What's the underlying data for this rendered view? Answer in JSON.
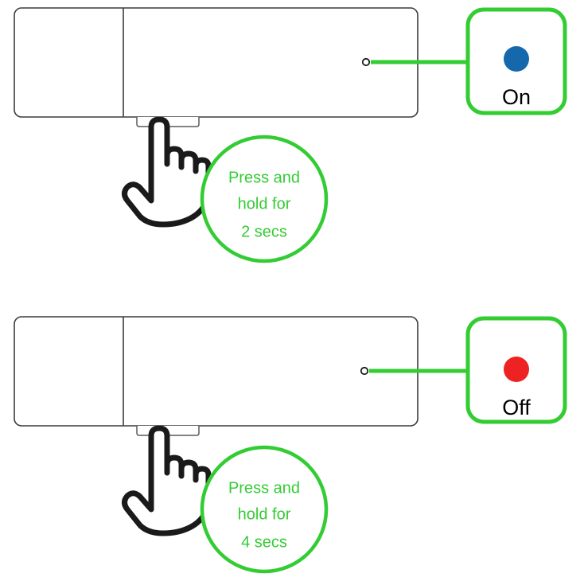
{
  "colors": {
    "green": "#33cc33",
    "blue": "#1668ad",
    "red": "#ee2222",
    "outline": "#3c3c3c",
    "text_black": "#000000"
  },
  "panels": [
    {
      "id": "on",
      "device": {
        "name": "usb-dongle-device",
        "led_name": "led-indicator",
        "button_tab_name": "press-button-tab"
      },
      "status_box": {
        "label": "On",
        "dot_color": "#1668ad",
        "dot_name": "status-dot-blue"
      },
      "callout": {
        "line1": "Press and",
        "line2": "hold  for",
        "line3": "2 secs"
      }
    },
    {
      "id": "off",
      "device": {
        "name": "usb-dongle-device",
        "led_name": "led-indicator",
        "button_tab_name": "press-button-tab"
      },
      "status_box": {
        "label": "Off",
        "dot_color": "#ee2222",
        "dot_name": "status-dot-red"
      },
      "callout": {
        "line1": "Press and",
        "line2": "hold  for",
        "line3": "4 secs"
      }
    }
  ]
}
